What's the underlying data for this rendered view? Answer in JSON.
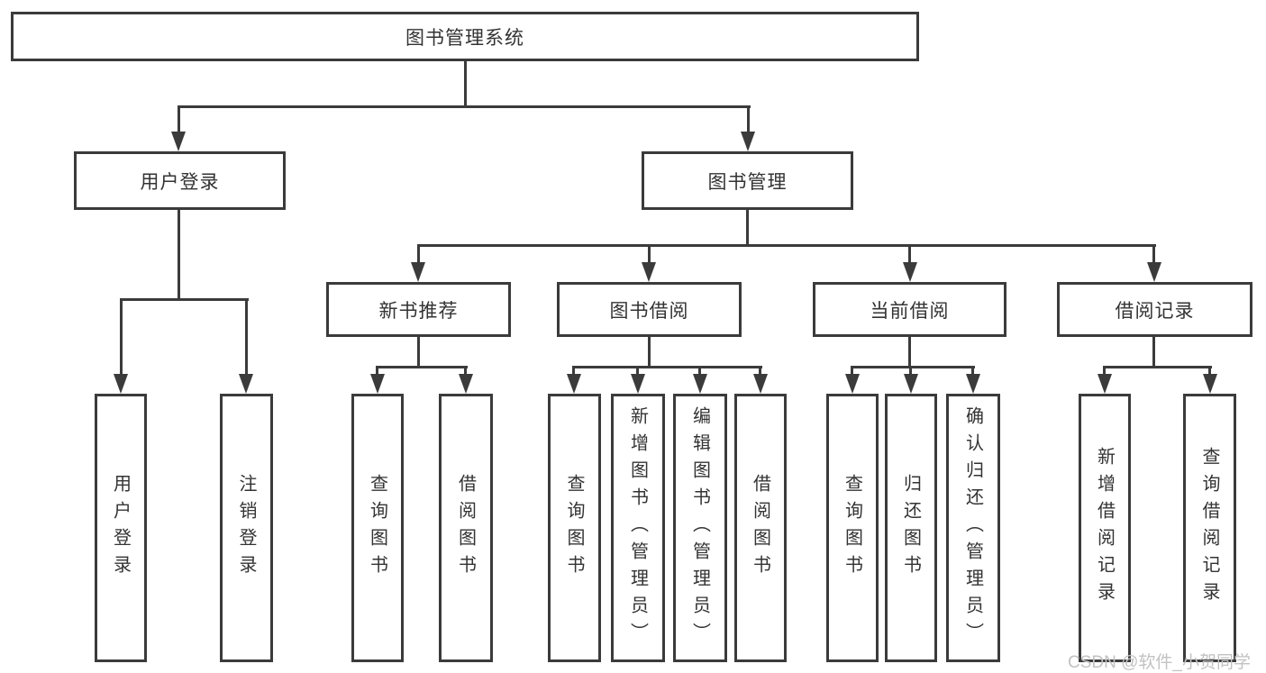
{
  "colors": {
    "line": "#3b3b3b",
    "text": "#333333",
    "watermark": "#c2c2c2",
    "box_background": "#ffffff"
  },
  "watermark": "CSDN @软件_小贺同学",
  "tree": {
    "root": "图书管理系统",
    "branches": [
      {
        "label": "用户登录",
        "children": [
          "用户登录",
          "注销登录"
        ]
      },
      {
        "label": "图书管理",
        "groups": [
          {
            "label": "新书推荐",
            "children": [
              "查询图书",
              "借阅图书"
            ]
          },
          {
            "label": "图书借阅",
            "children": [
              "查询图书",
              "新增图书（管理员）",
              "编辑图书（管理员）",
              "借阅图书"
            ]
          },
          {
            "label": "当前借阅",
            "children": [
              "查询图书",
              "归还图书",
              "确认归还（管理员）"
            ]
          },
          {
            "label": "借阅记录",
            "children": [
              "新增借阅记录",
              "查询借阅记录"
            ]
          }
        ]
      }
    ]
  }
}
